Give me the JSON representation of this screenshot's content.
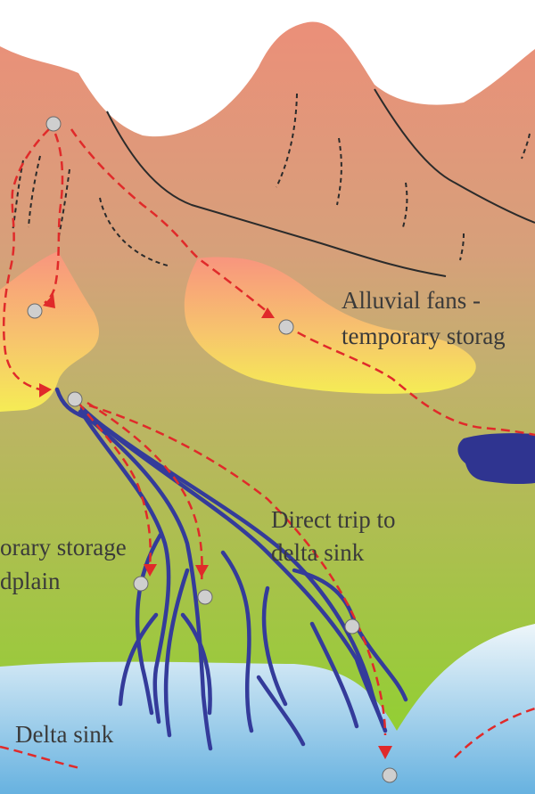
{
  "labels": {
    "alluvial_fans_line1": "Alluvial fans -",
    "alluvial_fans_line2": "temporary storag",
    "direct_trip_line1": "Direct trip to",
    "direct_trip_line2": "delta sink",
    "floodplain_line1": "orary storage",
    "floodplain_line2": "dplain",
    "delta_sink": "Delta sink"
  },
  "colors": {
    "mountain_top": "#e8937b",
    "mountain_base": "#c7a977",
    "lowland_top": "#b7b85f",
    "lowland_bottom": "#8fd12b",
    "fan_inner": "#f79a86",
    "fan_outer": "#f6e25d",
    "channel": "#343b9a",
    "sediment_path": "#e02a2a",
    "sediment_grain": "#c9c9c9",
    "sea_top": "#e6f2f7",
    "sea_bottom": "#6fb6e2",
    "lake": "#2f3490"
  }
}
